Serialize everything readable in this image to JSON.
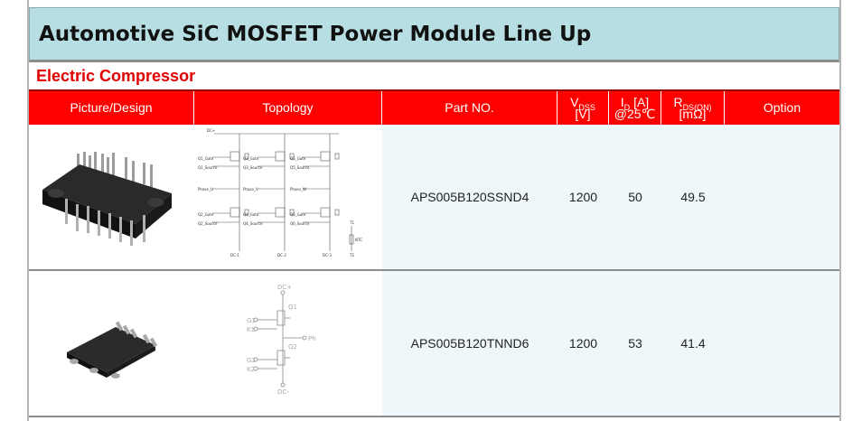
{
  "title": "Automotive SiC MOSFET Power Module Line Up",
  "section": "Electric Compressor",
  "headers": {
    "picture": "Picture/Design",
    "topology": "Topology",
    "part_no": "Part NO.",
    "vdss_sym": "V",
    "vdss_sub": "DSS",
    "vdss_unit": "[V]",
    "id_sym": "I",
    "id_sub": "D",
    "id_unit": "[A]",
    "id_cond": "@25℃",
    "rds_sym": "R",
    "rds_sub": "DS(ON)",
    "rds_unit": "[mΩ]",
    "option": "Option"
  },
  "rows": [
    {
      "part_no": "APS005B120SSND4",
      "vdss": "1200",
      "id": "50",
      "rds_on": "49.5",
      "option": "",
      "topology_labels": {
        "dc_plus": "DC+",
        "q1_gate": "Q1_Gate",
        "q1_source": "Q1_Source",
        "q3_gate": "Q3_Gate",
        "q3_source": "Q3_Source",
        "q5_gate": "Q5_Gate",
        "q5_source": "Q5_Source",
        "phase_u": "Phase_U",
        "phase_v": "Phase_V",
        "phase_w": "Phase_W",
        "q2_gate": "Q2_Gate",
        "q2_source": "Q2_Source",
        "q4_gate": "Q4_Gate",
        "q4_source": "Q4_Source",
        "q6_gate": "Q6_Gate",
        "q6_source": "Q6_Source",
        "dc_1": "DC-1",
        "dc_2": "DC-2",
        "dc_3": "DC-3",
        "ntc": "NTC",
        "t1": "T1",
        "t2": "T2"
      }
    },
    {
      "part_no": "APS005B120TNND6",
      "vdss": "1200",
      "id": "53",
      "rds_on": "41.4",
      "option": "",
      "topology_labels": {
        "dc_plus": "DC+",
        "q1": "Q1",
        "g1": "G1",
        "k1": "K1",
        "ph": "Ph",
        "q2": "Q2",
        "g2": "G2",
        "k2": "K2",
        "dc_minus": "DC-"
      }
    }
  ],
  "colors": {
    "title_bg": "#b7dfe3",
    "header_bg": "#ff0000",
    "section_text": "#e00000",
    "data_bg": "#eef7fa"
  }
}
